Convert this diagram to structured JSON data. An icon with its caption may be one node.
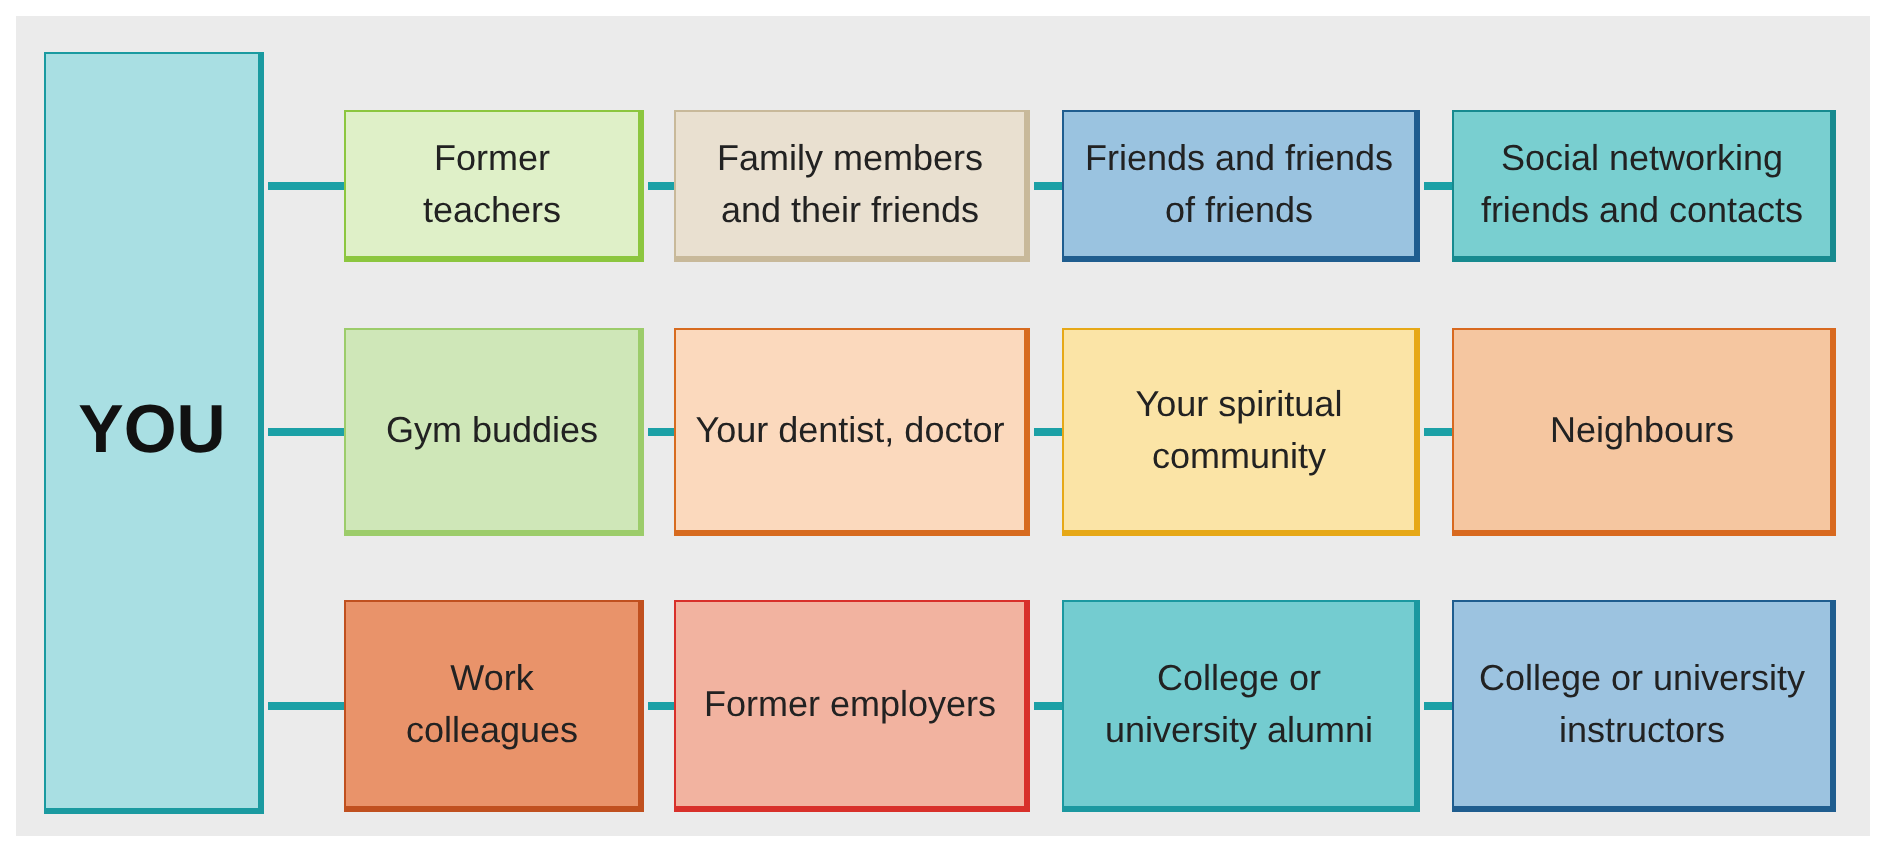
{
  "diagram": {
    "nodes": [
      {
        "text": [
          "YOU"
        ]
      },
      {
        "text": [
          "Former teachers"
        ]
      },
      {
        "text": [
          "Family members and their friends"
        ]
      },
      {
        "text": [
          "Friends and friends of friends"
        ]
      },
      {
        "text": [
          "Social networking friends and contacts"
        ]
      },
      {
        "text": [
          "Gym buddies"
        ]
      },
      {
        "text": [
          "Your dentist, doctor"
        ]
      },
      {
        "text": [
          "Your spiritual community"
        ]
      },
      {
        "text": [
          "Neighbours"
        ]
      },
      {
        "text": [
          "Work colleagues"
        ]
      },
      {
        "text": [
          "Former employers"
        ]
      },
      {
        "text": [
          "College or university alumni"
        ]
      },
      {
        "text": [
          "College or university instructors"
        ]
      }
    ],
    "edges": [
      {
        "from": 0,
        "to": 1,
        "arrow": "none"
      },
      {
        "from": 1,
        "to": 2,
        "arrow": "none"
      },
      {
        "from": 2,
        "to": 3,
        "arrow": "none"
      },
      {
        "from": 3,
        "to": 4,
        "arrow": "none"
      },
      {
        "from": 0,
        "to": 5,
        "arrow": "none"
      },
      {
        "from": 5,
        "to": 6,
        "arrow": "none"
      },
      {
        "from": 6,
        "to": 7,
        "arrow": "none"
      },
      {
        "from": 7,
        "to": 8,
        "arrow": "none"
      },
      {
        "from": 0,
        "to": 9,
        "arrow": "none"
      },
      {
        "from": 9,
        "to": 10,
        "arrow": "none"
      },
      {
        "from": 10,
        "to": 11,
        "arrow": "none"
      },
      {
        "from": 11,
        "to": 12,
        "arrow": "none"
      }
    ]
  }
}
